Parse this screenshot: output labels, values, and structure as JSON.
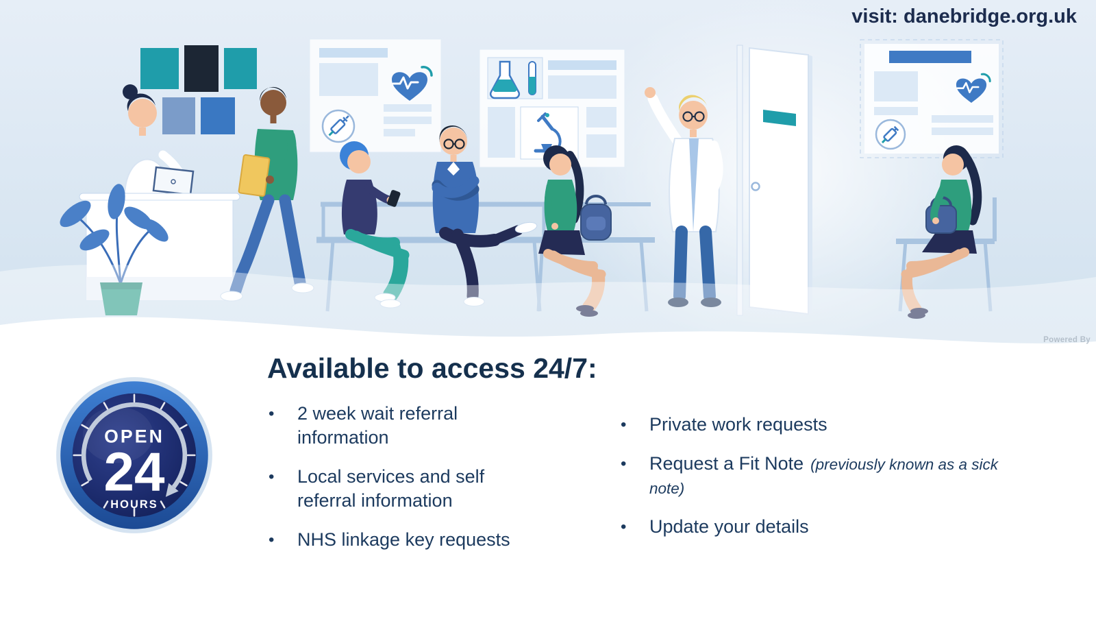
{
  "header": {
    "visit_label": "visit: danebridge.org.uk"
  },
  "watermark": {
    "powered_by": "Powered By"
  },
  "badge": {
    "open": "OPEN",
    "number": "24",
    "hours": "HOURS"
  },
  "content": {
    "heading": "Available to access 24/7:",
    "bullet_char": "•",
    "left_bullets": [
      "2 week wait referral information",
      "Local services and self referral information",
      "NHS linkage key requests"
    ],
    "right_bullets": [
      {
        "text": "Private work requests",
        "note": ""
      },
      {
        "text": "Request a Fit Note",
        "note": "(previously known as a sick note)"
      },
      {
        "text": "Update your details",
        "note": ""
      }
    ]
  },
  "illustration": {
    "scene": "medical practice waiting room",
    "icons": [
      "heart-ecg-icon",
      "syringe-icon",
      "flask-icon",
      "test-tube-icon",
      "microscope-icon"
    ]
  },
  "colors": {
    "text_navy": "#1c3a5e",
    "heading_navy": "#15304d",
    "teal": "#1f9daa",
    "blue": "#3f7ac4",
    "green": "#2e9e7d",
    "badge_ring_blue": "#2b66b4",
    "badge_face_navy": "#131f52",
    "background_blue": "#d8e6f3"
  }
}
